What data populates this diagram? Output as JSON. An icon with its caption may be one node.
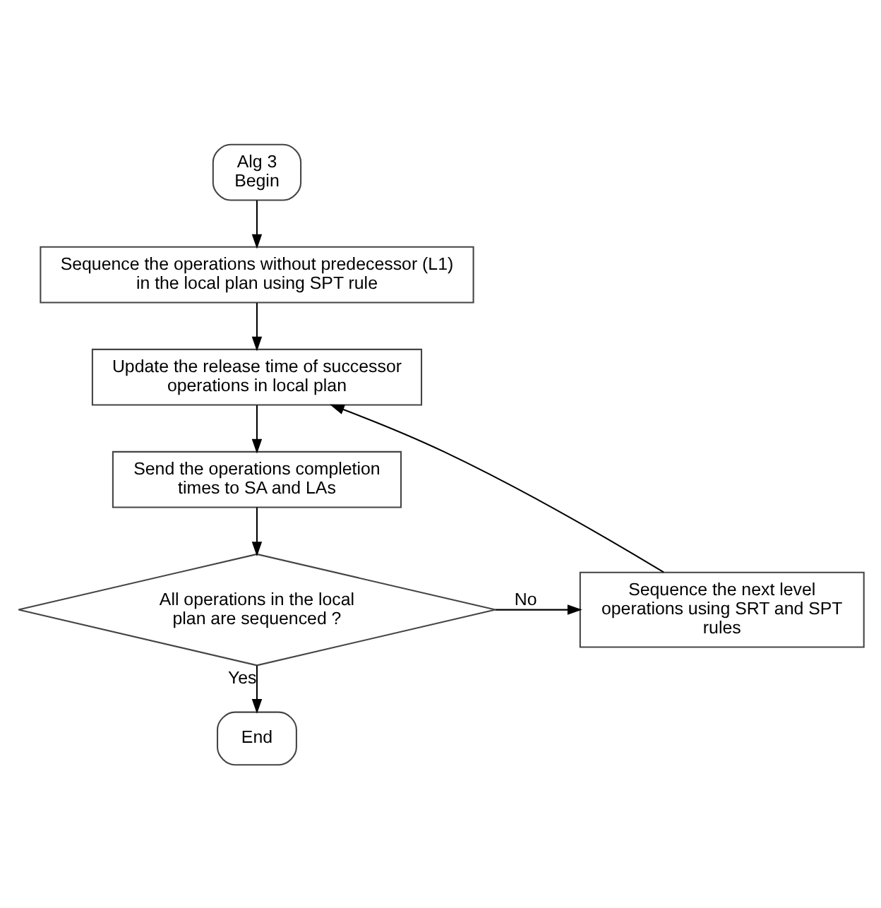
{
  "diagram": {
    "nodes": [
      {
        "text": [
          "Alg 3",
          "Begin"
        ]
      },
      {
        "text": [
          "Sequence the operations without predecessor (L1) in the local plan using SPT rule"
        ]
      },
      {
        "text": [
          "Update the release time of successor operations in local plan"
        ]
      },
      {
        "text": [
          "Send the operations completion times to SA and LAs"
        ]
      },
      {
        "text": [
          "All operations in the local plan are sequenced ?"
        ]
      },
      {
        "text": [
          "Sequence the next level operations using SRT and SPT rules"
        ]
      },
      {
        "text": [
          "End"
        ]
      }
    ],
    "edges": [
      {
        "from": 0,
        "to": 1,
        "arrow": "to"
      },
      {
        "from": 1,
        "to": 2,
        "arrow": "to"
      },
      {
        "from": 2,
        "to": 3,
        "arrow": "to"
      },
      {
        "from": 3,
        "to": 4,
        "arrow": "to"
      },
      {
        "from": 4,
        "to": 5,
        "arrow": "to",
        "label": "No"
      },
      {
        "from": 5,
        "to": 2,
        "arrow": "to"
      },
      {
        "from": 4,
        "to": 6,
        "arrow": "to",
        "label": "Yes"
      }
    ]
  }
}
